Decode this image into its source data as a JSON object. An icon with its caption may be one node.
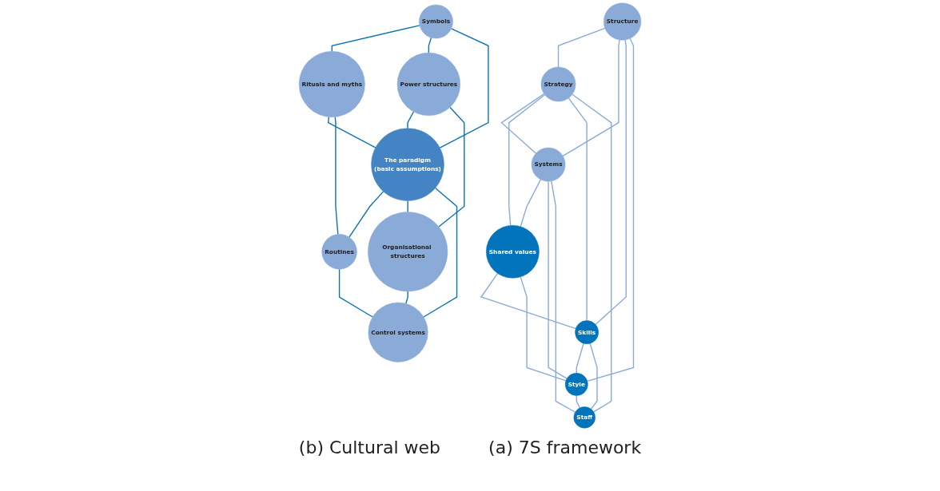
{
  "diagram": {
    "nodes": [
      {
        "text": [
          "Structure"
        ]
      },
      {
        "text": [
          "Strategy"
        ]
      },
      {
        "text": [
          "Systems"
        ]
      },
      {
        "text": [
          "Shared values"
        ]
      },
      {
        "text": [
          "Skills"
        ]
      },
      {
        "text": [
          "Style"
        ]
      },
      {
        "text": [
          "Staff"
        ]
      },
      {
        "text": [
          "Symbols"
        ]
      },
      {
        "text": [
          "Rituals and myths"
        ]
      },
      {
        "text": [
          "Power structures"
        ]
      },
      {
        "text": [
          "The paradigm",
          "(basic assumptions)"
        ]
      },
      {
        "text": [
          "Routines"
        ]
      },
      {
        "text": [
          "Organisational structures"
        ]
      },
      {
        "text": [
          "Control systems"
        ]
      }
    ],
    "edges": [
      {
        "from": 0,
        "to": 1,
        "arrow": "none"
      },
      {
        "from": 0,
        "to": 2,
        "arrow": "none"
      },
      {
        "from": 0,
        "to": 4,
        "arrow": "none"
      },
      {
        "from": 0,
        "to": 5,
        "arrow": "none"
      },
      {
        "from": 1,
        "to": 2,
        "arrow": "none"
      },
      {
        "from": 1,
        "to": 3,
        "arrow": "none"
      },
      {
        "from": 1,
        "to": 4,
        "arrow": "none"
      },
      {
        "from": 1,
        "to": 6,
        "arrow": "none"
      },
      {
        "from": 2,
        "to": 3,
        "arrow": "none"
      },
      {
        "from": 2,
        "to": 5,
        "arrow": "none"
      },
      {
        "from": 2,
        "to": 6,
        "arrow": "none"
      },
      {
        "from": 3,
        "to": 4,
        "arrow": "none"
      },
      {
        "from": 3,
        "to": 5,
        "arrow": "none"
      },
      {
        "from": 4,
        "to": 5,
        "arrow": "none"
      },
      {
        "from": 4,
        "to": 6,
        "arrow": "none"
      },
      {
        "from": 5,
        "to": 6,
        "arrow": "none"
      },
      {
        "from": 7,
        "to": 8,
        "arrow": "none",
        "color": "#0b72b5"
      },
      {
        "from": 7,
        "to": 9,
        "arrow": "none",
        "color": "#0b72b5"
      },
      {
        "from": 7,
        "to": 10,
        "arrow": "none",
        "color": "#0b72b5"
      },
      {
        "from": 8,
        "to": 10,
        "arrow": "none",
        "color": "#0b72b5"
      },
      {
        "from": 9,
        "to": 10,
        "arrow": "none",
        "color": "#0b72b5"
      },
      {
        "from": 8,
        "to": 11,
        "arrow": "none",
        "color": "#0b72b5"
      },
      {
        "from": 9,
        "to": 12,
        "arrow": "none",
        "color": "#0b72b5"
      },
      {
        "from": 10,
        "to": 11,
        "arrow": "none",
        "color": "#0b72b5"
      },
      {
        "from": 10,
        "to": 12,
        "arrow": "none",
        "color": "#0b72b5"
      },
      {
        "from": 10,
        "to": 13,
        "arrow": "none",
        "color": "#0b72b5"
      },
      {
        "from": 11,
        "to": 13,
        "arrow": "none",
        "color": "#0b72b5"
      },
      {
        "from": 12,
        "to": 13,
        "arrow": "none",
        "color": "#0b72b5"
      }
    ],
    "labels": [
      "(a) 7S framework",
      "(b) Cultural web"
    ]
  }
}
